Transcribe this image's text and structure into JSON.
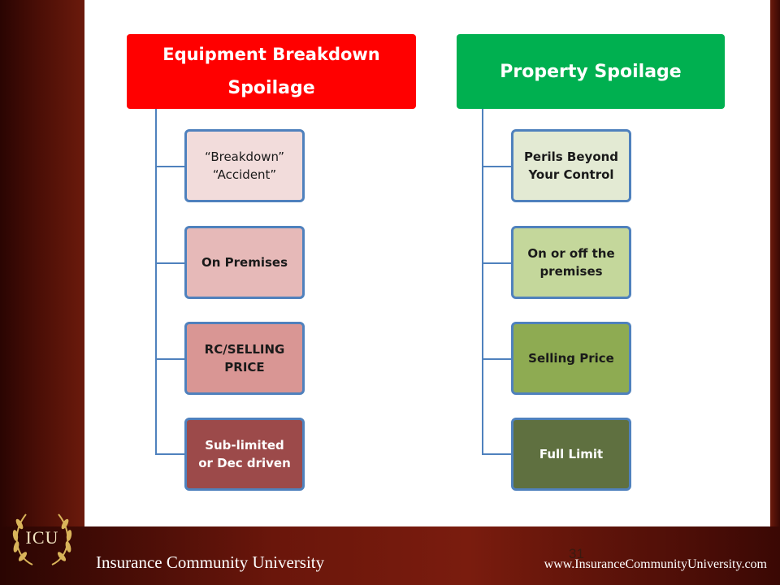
{
  "slide": {
    "left_column": {
      "header_lines": [
        "Equipment Breakdown",
        "Spoilage"
      ],
      "items": [
        {
          "lines": [
            "“Breakdown”",
            "“Accident”"
          ],
          "bg": "#f2dcdb",
          "color": "#1a1a1a"
        },
        {
          "lines": [
            "On Premises"
          ],
          "bg": "#e6b9b8",
          "color": "#1a1a1a"
        },
        {
          "lines": [
            "RC/SELLING",
            "PRICE"
          ],
          "bg": "#d99694",
          "color": "#1a1a1a"
        },
        {
          "lines": [
            "Sub-limited",
            "or Dec driven"
          ],
          "bg": "#9c4a4a",
          "color": "#ffffff"
        }
      ],
      "header_color": "#ff0000"
    },
    "right_column": {
      "header": "Property Spoilage",
      "items": [
        {
          "lines": [
            "Perils Beyond",
            "Your Control"
          ],
          "bg": "#e3ead3",
          "color": "#1a1a1a"
        },
        {
          "lines": [
            "On or off the",
            "premises"
          ],
          "bg": "#c4d79b",
          "color": "#1a1a1a"
        },
        {
          "lines": [
            "Selling Price"
          ],
          "bg": "#8eab52",
          "color": "#1a1a1a"
        },
        {
          "lines": [
            "Full Limit"
          ],
          "bg": "#5f7040",
          "color": "#ffffff"
        }
      ],
      "header_color": "#00b050"
    },
    "connector_color": "#4f81bd",
    "page_number": "31"
  },
  "footer": {
    "logo_text": "ICU",
    "org_name": "Insurance Community University",
    "url": "www.InsuranceCommunityUniversity.com"
  }
}
